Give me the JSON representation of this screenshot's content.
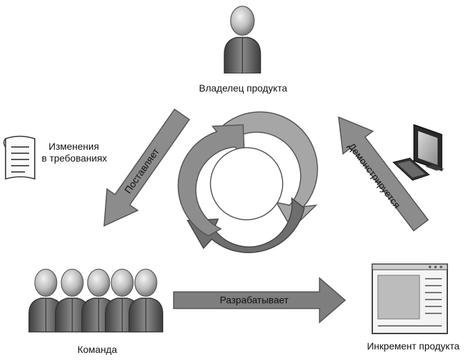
{
  "nodes": {
    "owner": {
      "label": "Владелец продукта",
      "icon": "person-icon"
    },
    "requirements": {
      "label_line1": "Изменения",
      "label_line2": "в требованиях",
      "icon": "document-icon"
    },
    "team": {
      "label": "Команда",
      "icon": "group-icon"
    },
    "increment": {
      "label": "Инкремент продукта",
      "icon": "browser-window-icon"
    },
    "computer": {
      "icon": "computer-icon"
    }
  },
  "arrows": {
    "supplies": "Поставляет",
    "demonstrates": "Демонстрируется",
    "develops": "Разрабатывает"
  },
  "colors": {
    "arrow_fill": "#8c8c8c",
    "arrow_stroke": "#555555",
    "cycle_light": "#a6a6a6",
    "cycle_dark": "#6e6e6e"
  }
}
